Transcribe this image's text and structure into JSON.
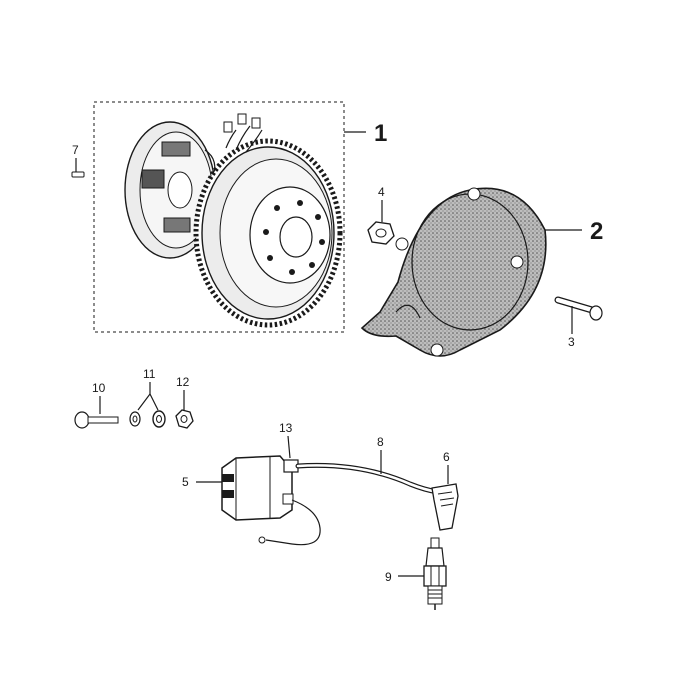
{
  "callouts": {
    "flywheel_assembly": "1",
    "magneto_cover": "2",
    "cover_bolt": "3",
    "nut": "4",
    "ignition_coil": "5",
    "spark_plug_cap": "6",
    "pin": "7",
    "hv_cable": "8",
    "spark_plug": "9",
    "coil_bolt": "10",
    "washers": "11",
    "coil_nut": "12",
    "cable_connector": "13"
  },
  "colors": {
    "ink": "#1a1a1a",
    "background": "#ffffff",
    "cover_fill": "#8a8a8a"
  }
}
